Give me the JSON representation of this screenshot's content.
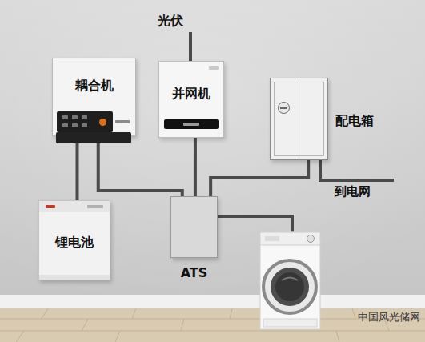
{
  "diagram": {
    "nodes": [
      {
        "text": [
          "耦合机"
        ]
      },
      {
        "text": [
          "并网机"
        ]
      },
      {
        "text": [
          "配电箱"
        ]
      },
      {
        "text": [
          "锂电池"
        ]
      },
      {
        "text": [
          "ATS"
        ]
      }
    ],
    "edges": [
      {
        "from": 0,
        "to": 3,
        "arrow": "none"
      },
      {
        "from": 0,
        "to": 4,
        "arrow": "none"
      },
      {
        "from": 1,
        "to": 4,
        "arrow": "none"
      },
      {
        "from": 4,
        "to": 2,
        "arrow": "none"
      }
    ],
    "labels": [
      "光伏",
      "到电网",
      "中国风光储网"
    ]
  }
}
